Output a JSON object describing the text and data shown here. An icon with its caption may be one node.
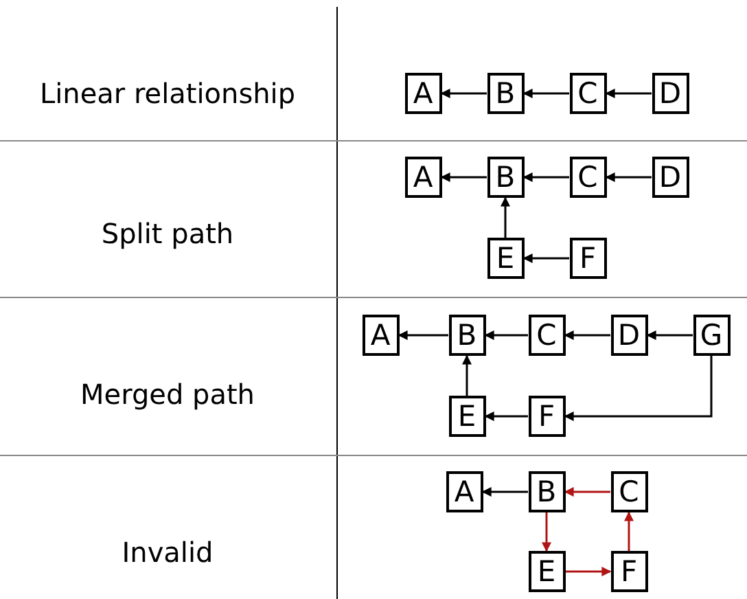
{
  "diagram": {
    "nodes": [
      {
        "text": [
          "A"
        ]
      },
      {
        "text": [
          "B"
        ]
      },
      {
        "text": [
          "C"
        ]
      },
      {
        "text": [
          "D"
        ]
      },
      {
        "text": [
          "A"
        ]
      },
      {
        "text": [
          "B"
        ]
      },
      {
        "text": [
          "C"
        ]
      },
      {
        "text": [
          "D"
        ]
      },
      {
        "text": [
          "E"
        ]
      },
      {
        "text": [
          "F"
        ]
      },
      {
        "text": [
          "A"
        ]
      },
      {
        "text": [
          "B"
        ]
      },
      {
        "text": [
          "C"
        ]
      },
      {
        "text": [
          "D"
        ]
      },
      {
        "text": [
          "G"
        ]
      },
      {
        "text": [
          "E"
        ]
      },
      {
        "text": [
          "F"
        ]
      },
      {
        "text": [
          "A"
        ]
      },
      {
        "text": [
          "B"
        ]
      },
      {
        "text": [
          "C"
        ]
      },
      {
        "text": [
          "E"
        ]
      },
      {
        "text": [
          "F"
        ]
      }
    ],
    "edges": [
      {
        "from": 1,
        "to": 0,
        "arrow": "to"
      },
      {
        "from": 2,
        "to": 1,
        "arrow": "to"
      },
      {
        "from": 3,
        "to": 2,
        "arrow": "to"
      },
      {
        "from": 5,
        "to": 4,
        "arrow": "to"
      },
      {
        "from": 6,
        "to": 5,
        "arrow": "to"
      },
      {
        "from": 7,
        "to": 6,
        "arrow": "to"
      },
      {
        "from": 8,
        "to": 5,
        "arrow": "to"
      },
      {
        "from": 9,
        "to": 8,
        "arrow": "to"
      },
      {
        "from": 11,
        "to": 10,
        "arrow": "to"
      },
      {
        "from": 12,
        "to": 11,
        "arrow": "to"
      },
      {
        "from": 13,
        "to": 12,
        "arrow": "to"
      },
      {
        "from": 14,
        "to": 13,
        "arrow": "to"
      },
      {
        "from": 15,
        "to": 11,
        "arrow": "to"
      },
      {
        "from": 16,
        "to": 15,
        "arrow": "to"
      },
      {
        "from": 14,
        "to": 16,
        "arrow": "to"
      },
      {
        "from": 18,
        "to": 17,
        "arrow": "to"
      },
      {
        "from": 19,
        "to": 18,
        "arrow": "to",
        "color": "#b01515"
      },
      {
        "from": 18,
        "to": 20,
        "arrow": "to",
        "color": "#b01515"
      },
      {
        "from": 20,
        "to": 21,
        "arrow": "to",
        "color": "#b01515"
      },
      {
        "from": 21,
        "to": 19,
        "arrow": "to",
        "color": "#b01515"
      }
    ],
    "labels": [
      "Linear relationship",
      "Split path",
      "Merged path",
      "Invalid"
    ]
  }
}
